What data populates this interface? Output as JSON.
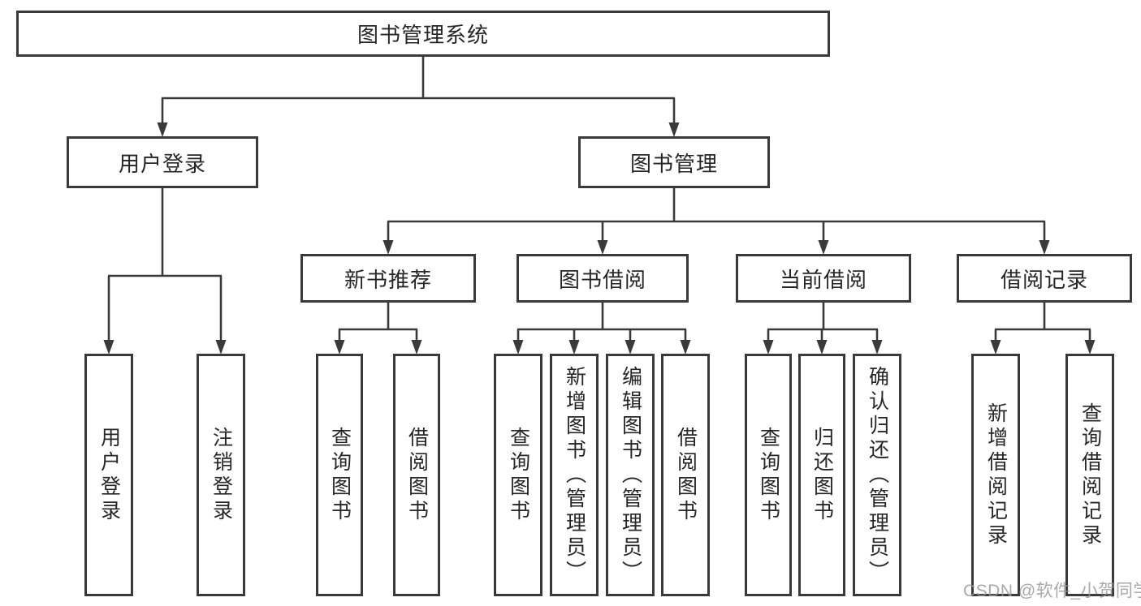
{
  "tree": {
    "label": "图书管理系统",
    "children": [
      {
        "label": "用户登录",
        "children": [
          {
            "label": "用户登录"
          },
          {
            "label": "注销登录"
          }
        ]
      },
      {
        "label": "图书管理",
        "children": [
          {
            "label": "新书推荐",
            "children": [
              {
                "label": "查询图书"
              },
              {
                "label": "借阅图书"
              }
            ]
          },
          {
            "label": "图书借阅",
            "children": [
              {
                "label": "查询图书"
              },
              {
                "label": "新增图书（管理员）"
              },
              {
                "label": "编辑图书（管理员）"
              },
              {
                "label": "借阅图书"
              }
            ]
          },
          {
            "label": "当前借阅",
            "children": [
              {
                "label": "查询图书"
              },
              {
                "label": "归还图书"
              },
              {
                "label": "确认归还（管理员）"
              }
            ]
          },
          {
            "label": "借阅记录",
            "children": [
              {
                "label": "新增借阅记录"
              },
              {
                "label": "查询借阅记录"
              }
            ]
          }
        ]
      }
    ]
  },
  "watermark": {
    "text": "CSDN @软件_小贺同学"
  },
  "colors": {
    "line": "#3a3a3a",
    "box_border": "#3a3a3a",
    "text": "#262626",
    "watermark": "#969696",
    "background": "#ffffff"
  }
}
